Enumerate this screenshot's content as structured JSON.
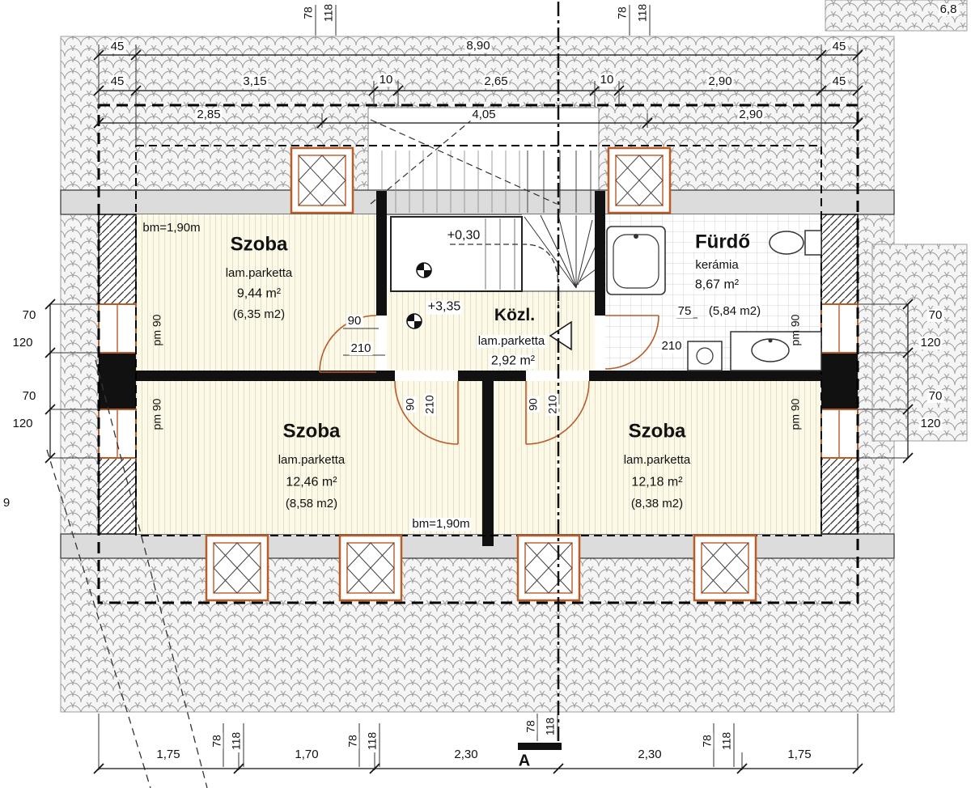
{
  "colors": {
    "accent": "#b85c28",
    "wall": "#111111",
    "roof_tile": "#9a9a9a",
    "plate_band": "#dcdcdc",
    "parquet": "#fcf9e8"
  },
  "rooms": {
    "szoba_tl": {
      "name": "Szoba",
      "floor": "lam.parketta",
      "area": "9,44 m²",
      "area_alt": "(6,35 m2)"
    },
    "szoba_bl": {
      "name": "Szoba",
      "floor": "lam.parketta",
      "area": "12,46 m²",
      "area_alt": "(8,58 m2)"
    },
    "szoba_br": {
      "name": "Szoba",
      "floor": "lam.parketta",
      "area": "12,18 m²",
      "area_alt": "(8,38 m2)"
    },
    "furdo": {
      "name": "Fürdő",
      "floor": "kerámia",
      "area": "8,67 m²",
      "area_alt": "(5,84 m2)"
    },
    "kozl": {
      "name": "Közl.",
      "floor": "lam.parketta",
      "area": "2,92 m²"
    }
  },
  "levels": {
    "landing": "+0,30",
    "floor": "+3,35"
  },
  "heights": {
    "bm_top": "bm=1,90m",
    "bm_bottom": "bm=1,90m",
    "parapet": "pm 90"
  },
  "doors": {
    "width": "90",
    "height": "210",
    "bath_width": "75"
  },
  "dims": {
    "overhang": "45",
    "total": "8,90",
    "row2": [
      "45",
      "3,15",
      "10",
      "2,65",
      "10",
      "2,90",
      "45"
    ],
    "row3": [
      "2,85",
      "4,05",
      "2,90"
    ],
    "bottom": [
      "1,75",
      "1,70",
      "2,30",
      "2,30",
      "1,75"
    ],
    "left": [
      "70",
      "120",
      "70",
      "120"
    ],
    "right": [
      "70",
      "120",
      "70",
      "120"
    ],
    "sky_w": "78",
    "sky_h": "118",
    "corner": "6,8",
    "edge": "9"
  },
  "section": {
    "label": "A"
  }
}
